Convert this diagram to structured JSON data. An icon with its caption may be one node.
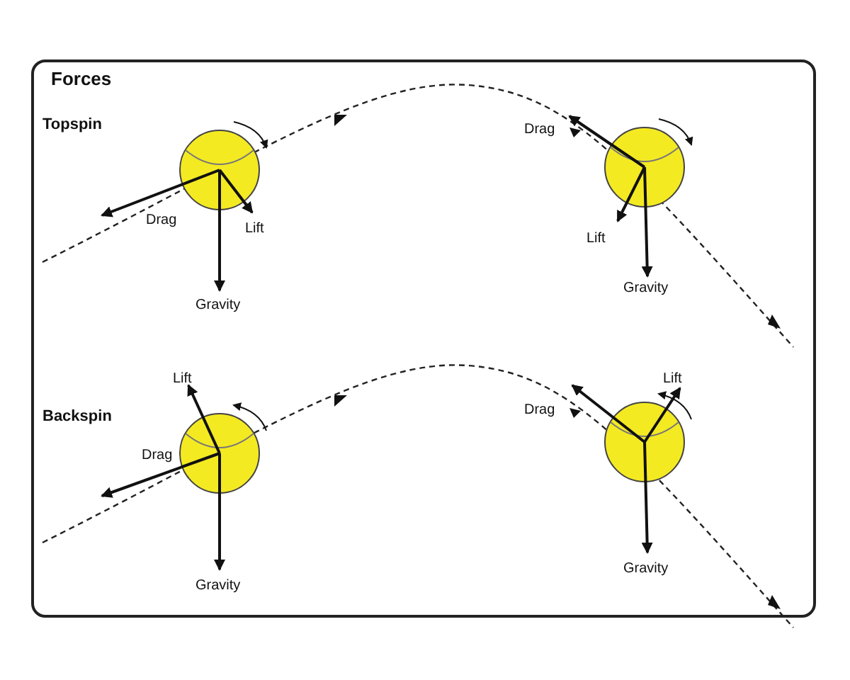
{
  "diagram": {
    "labels": [
      "Forces",
      "Topspin",
      "Drag",
      "Lift",
      "Gravity",
      "Drag",
      "Lift",
      "Gravity",
      "Backspin",
      "Lift",
      "Drag",
      "Gravity",
      "Drag",
      "Lift",
      "Gravity"
    ]
  }
}
